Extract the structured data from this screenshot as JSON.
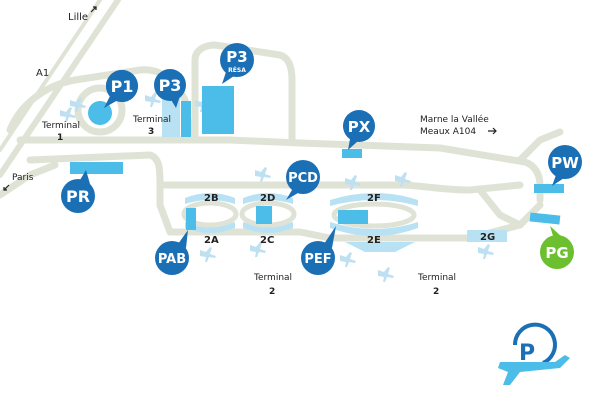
{
  "colors": {
    "road": "#dfe3d6",
    "parking_blue": "#4bbde8",
    "parking_pale": "#b8e2f4",
    "pin_blue": "#1b6fb5",
    "pin_green": "#6cbf2f",
    "plane": "#bfe0f1",
    "text": "#222222"
  },
  "roads": {
    "lille": "Lille",
    "a1": "A1",
    "paris": "Paris",
    "marne_line1": "Marne la Vallée",
    "marne_line2": "Meaux A104"
  },
  "terminals": {
    "t1_word": "Terminal",
    "t1_num": "1",
    "t3_word": "Terminal",
    "t3_num": "3",
    "t2_left_word": "Terminal",
    "t2_left_num": "2",
    "t2_right_word": "Terminal",
    "t2_right_num": "2"
  },
  "gates": {
    "g2b": "2B",
    "g2a": "2A",
    "g2d": "2D",
    "g2c": "2C",
    "g2f": "2F",
    "g2e": "2E",
    "g2g": "2G"
  },
  "parkings": {
    "p1": "P1",
    "p3": "P3",
    "p3_resa": "P3",
    "p3_resa_sub": "RÉSA",
    "px": "PX",
    "pw": "PW",
    "pr": "PR",
    "pcd": "PCD",
    "pab": "PAB",
    "pef": "PEF",
    "pg": "PG"
  },
  "logo_icon": "parking-airplane-icon"
}
